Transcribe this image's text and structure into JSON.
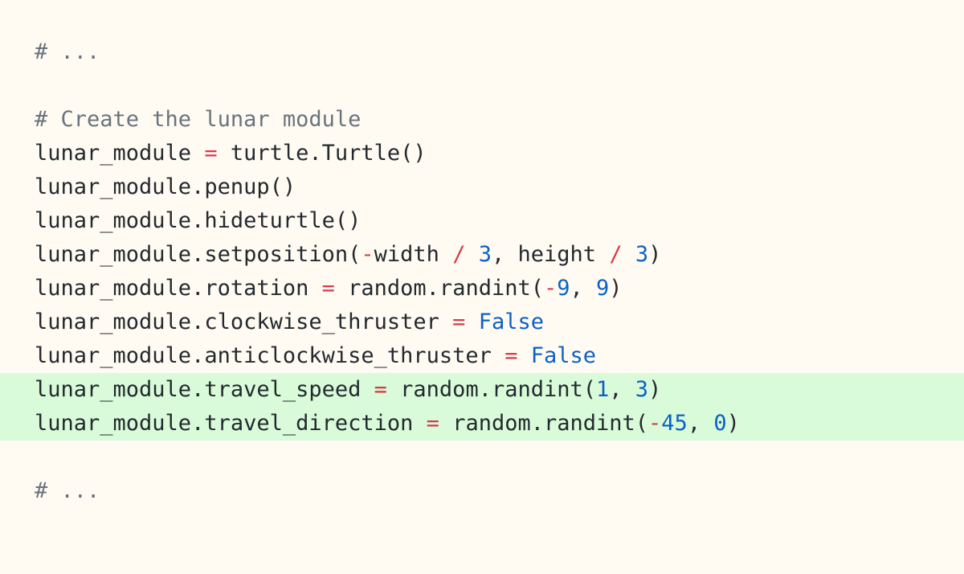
{
  "colors": {
    "background": "#fffbf3",
    "highlight": "#d9fbd9",
    "comment": "#6a737d",
    "operator": "#d73a49",
    "number": "#0b62c4",
    "text": "#24292f"
  },
  "lines": [
    {
      "highlight": false,
      "tokens": [
        {
          "t": "comment",
          "v": "# ..."
        }
      ]
    },
    {
      "highlight": false,
      "tokens": []
    },
    {
      "highlight": false,
      "tokens": [
        {
          "t": "comment",
          "v": "# Create the lunar module"
        }
      ]
    },
    {
      "highlight": false,
      "tokens": [
        {
          "t": "plain",
          "v": "lunar_module "
        },
        {
          "t": "op",
          "v": "="
        },
        {
          "t": "plain",
          "v": " turtle.Turtle()"
        }
      ]
    },
    {
      "highlight": false,
      "tokens": [
        {
          "t": "plain",
          "v": "lunar_module.penup()"
        }
      ]
    },
    {
      "highlight": false,
      "tokens": [
        {
          "t": "plain",
          "v": "lunar_module.hideturtle()"
        }
      ]
    },
    {
      "highlight": false,
      "tokens": [
        {
          "t": "plain",
          "v": "lunar_module.setposition("
        },
        {
          "t": "op",
          "v": "-"
        },
        {
          "t": "plain",
          "v": "width "
        },
        {
          "t": "op",
          "v": "/"
        },
        {
          "t": "plain",
          "v": " "
        },
        {
          "t": "num",
          "v": "3"
        },
        {
          "t": "plain",
          "v": ", height "
        },
        {
          "t": "op",
          "v": "/"
        },
        {
          "t": "plain",
          "v": " "
        },
        {
          "t": "num",
          "v": "3"
        },
        {
          "t": "plain",
          "v": ")"
        }
      ]
    },
    {
      "highlight": false,
      "tokens": [
        {
          "t": "plain",
          "v": "lunar_module.rotation "
        },
        {
          "t": "op",
          "v": "="
        },
        {
          "t": "plain",
          "v": " random.randint("
        },
        {
          "t": "op",
          "v": "-"
        },
        {
          "t": "num",
          "v": "9"
        },
        {
          "t": "plain",
          "v": ", "
        },
        {
          "t": "num",
          "v": "9"
        },
        {
          "t": "plain",
          "v": ")"
        }
      ]
    },
    {
      "highlight": false,
      "tokens": [
        {
          "t": "plain",
          "v": "lunar_module.clockwise_thruster "
        },
        {
          "t": "op",
          "v": "="
        },
        {
          "t": "plain",
          "v": " "
        },
        {
          "t": "kw",
          "v": "False"
        }
      ]
    },
    {
      "highlight": false,
      "tokens": [
        {
          "t": "plain",
          "v": "lunar_module.anticlockwise_thruster "
        },
        {
          "t": "op",
          "v": "="
        },
        {
          "t": "plain",
          "v": " "
        },
        {
          "t": "kw",
          "v": "False"
        }
      ]
    },
    {
      "highlight": true,
      "tokens": [
        {
          "t": "plain",
          "v": "lunar_module.travel_speed "
        },
        {
          "t": "op",
          "v": "="
        },
        {
          "t": "plain",
          "v": " random.randint("
        },
        {
          "t": "num",
          "v": "1"
        },
        {
          "t": "plain",
          "v": ", "
        },
        {
          "t": "num",
          "v": "3"
        },
        {
          "t": "plain",
          "v": ")"
        }
      ]
    },
    {
      "highlight": true,
      "tokens": [
        {
          "t": "plain",
          "v": "lunar_module.travel_direction "
        },
        {
          "t": "op",
          "v": "="
        },
        {
          "t": "plain",
          "v": " random.randint("
        },
        {
          "t": "op",
          "v": "-"
        },
        {
          "t": "num",
          "v": "45"
        },
        {
          "t": "plain",
          "v": ", "
        },
        {
          "t": "num",
          "v": "0"
        },
        {
          "t": "plain",
          "v": ")"
        }
      ]
    },
    {
      "highlight": false,
      "tokens": []
    },
    {
      "highlight": false,
      "tokens": [
        {
          "t": "comment",
          "v": "# ..."
        }
      ]
    }
  ]
}
